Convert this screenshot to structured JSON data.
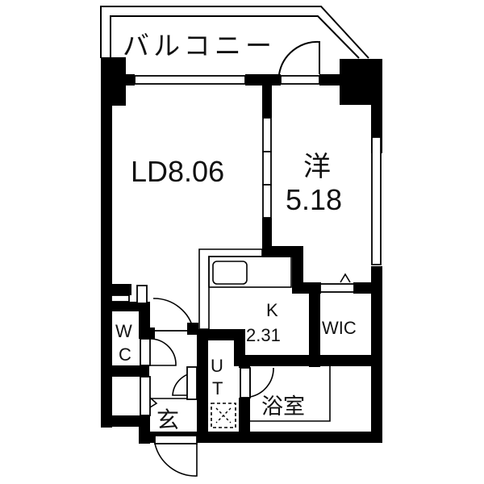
{
  "floor_plan": {
    "balcony": {
      "label": "バルコニー"
    },
    "rooms": [
      {
        "id": "ld",
        "label": "LD8.06",
        "type": "living-dining",
        "size_jo": "8.06"
      },
      {
        "id": "western",
        "label": "洋",
        "size": "5.18",
        "type": "western-room"
      },
      {
        "id": "kitchen",
        "label": "K",
        "size": "2.31",
        "type": "kitchen"
      },
      {
        "id": "wic",
        "label": "WIC",
        "type": "walk-in-closet"
      },
      {
        "id": "wc",
        "label_line1": "W",
        "label_line2": "C",
        "type": "toilet"
      },
      {
        "id": "ut",
        "label_line1": "U",
        "label_line2": "T",
        "type": "utility"
      },
      {
        "id": "bath",
        "label": "浴室",
        "type": "bathroom"
      },
      {
        "id": "entrance",
        "label": "玄",
        "type": "entrance"
      }
    ],
    "colors": {
      "wall": "#000000",
      "background": "#ffffff"
    }
  }
}
